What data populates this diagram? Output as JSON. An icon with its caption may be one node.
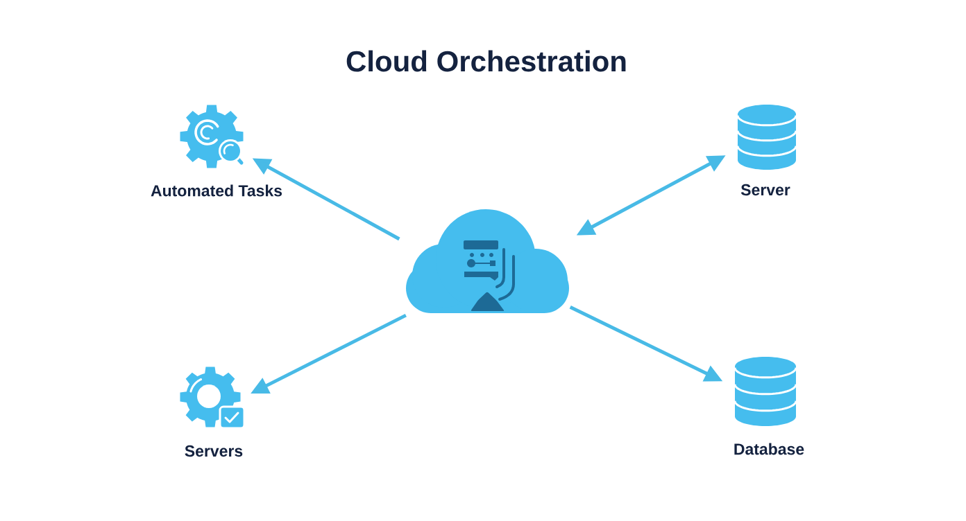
{
  "diagram": {
    "title": "Cloud Orchestration",
    "nodes": [
      {
        "text": [],
        "shape": "picture",
        "beside": [
          "Automated Tasks"
        ]
      },
      {
        "text": [],
        "shape": "cylinder",
        "beside": [
          "Server"
        ]
      },
      {
        "text": [],
        "shape": "cloud"
      },
      {
        "text": [],
        "shape": "picture",
        "beside": [
          "Servers"
        ]
      },
      {
        "text": [],
        "shape": "cylinder",
        "beside": [
          "Database"
        ]
      }
    ],
    "edges": [
      {
        "from": 2,
        "to": 0,
        "arrow": "to"
      },
      {
        "from": 2,
        "to": 1,
        "arrow": "both"
      },
      {
        "from": 2,
        "to": 3,
        "arrow": "to"
      },
      {
        "from": 2,
        "to": 4,
        "arrow": "to"
      }
    ]
  }
}
